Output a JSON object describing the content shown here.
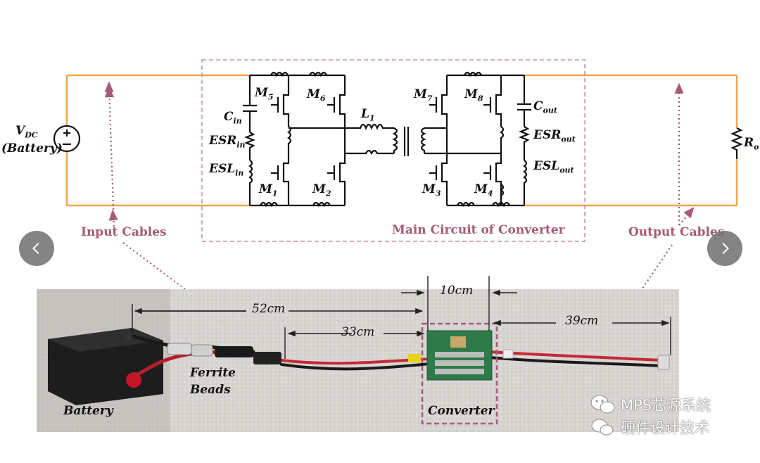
{
  "schematic": {
    "source_label": "V",
    "source_sub": "DC",
    "source_note": "(Battery)",
    "cin": "C",
    "cin_sub": "in",
    "esrin": "ESR",
    "esrin_sub": "in",
    "eslin": "ESL",
    "eslin_sub": "in",
    "m1": "M",
    "m1_sub": "1",
    "m2": "M",
    "m2_sub": "2",
    "m3": "M",
    "m3_sub": "3",
    "m4": "M",
    "m4_sub": "4",
    "m5": "M",
    "m5_sub": "5",
    "m6": "M",
    "m6_sub": "6",
    "m7": "M",
    "m7_sub": "7",
    "m8": "M",
    "m8_sub": "8",
    "l1": "L",
    "l1_sub": "1",
    "cout": "C",
    "cout_sub": "out",
    "esrout": "ESR",
    "esrout_sub": "out",
    "eslout": "ESL",
    "eslout_sub": "out",
    "ro": "R",
    "ro_sub": "o"
  },
  "captions": {
    "input_cables": "Input Cables",
    "main_circuit": "Main Circuit of Converter",
    "output_cables": "Output Cables"
  },
  "photo": {
    "dim_52": "52cm",
    "dim_33": "33cm",
    "dim_10": "10cm",
    "dim_39": "39cm",
    "battery": "Battery",
    "ferrite_1": "Ferrite",
    "ferrite_2": "Beads",
    "converter": "Converter"
  },
  "watermark": {
    "line1": "MPS芯源系统",
    "line2": "硬件设计技术"
  },
  "colors": {
    "wire": "#f0a44a",
    "caption": "#a55a78",
    "dashed_box": "#c88ca2"
  },
  "icons": {
    "prev": "chevron-left-icon",
    "next": "chevron-right-icon",
    "watermark": "wechat-icon"
  }
}
